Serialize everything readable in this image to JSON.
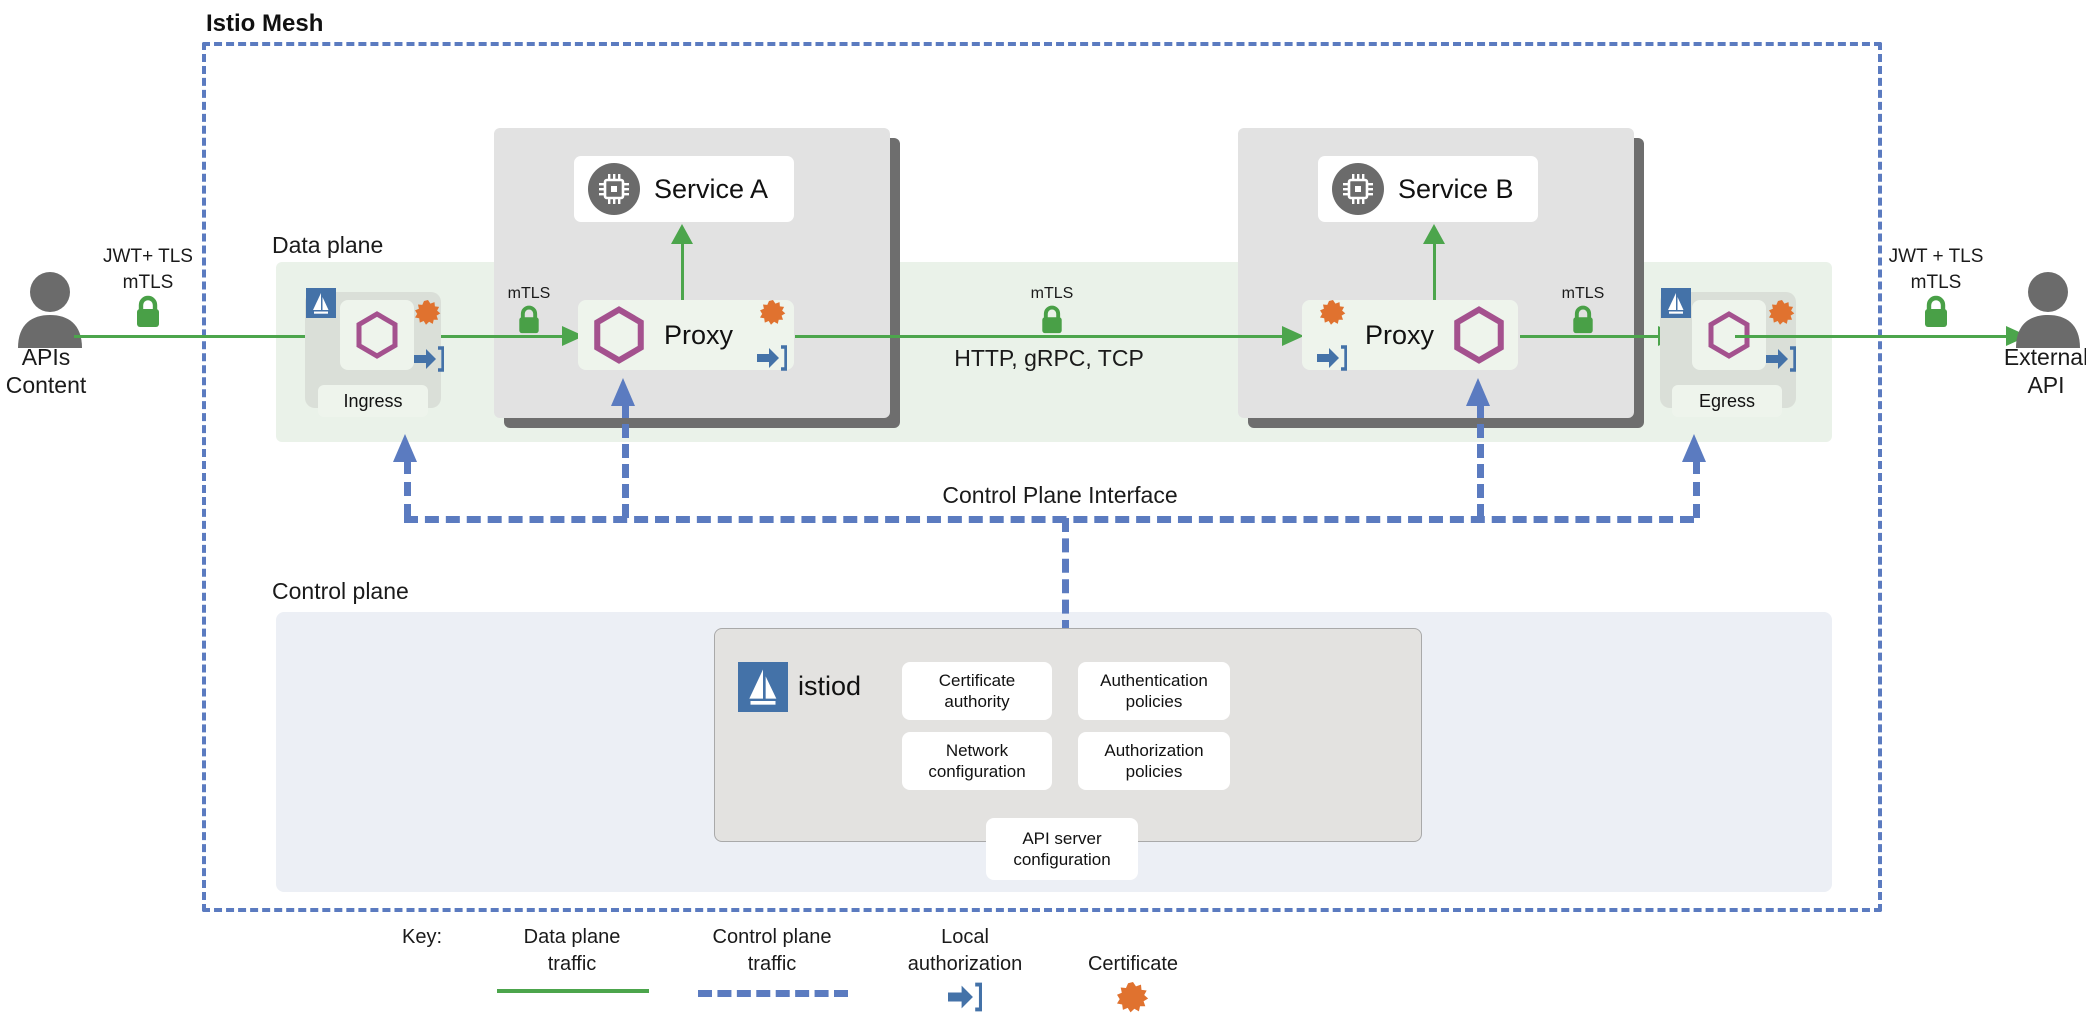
{
  "diagram": {
    "title": "Istio Mesh",
    "zones": {
      "data_plane_label": "Data plane",
      "control_plane_label": "Control plane",
      "control_plane_interface_label": "Control Plane Interface"
    },
    "actors": {
      "left": {
        "line1": "APIs",
        "line2": "Content",
        "icon": "user-icon"
      },
      "right": {
        "line1": "External",
        "line2": "API",
        "icon": "user-icon"
      }
    },
    "edge_labels": {
      "left_ingress": {
        "line1": "JWT+ TLS",
        "line2": "mTLS",
        "icon": "lock-icon"
      },
      "right_egress": {
        "line1": "JWT + TLS",
        "line2": "mTLS",
        "icon": "lock-icon"
      },
      "mtls_ingress_to_proxy_a": "mTLS",
      "mtls_proxy_a_to_proxy_b": "mTLS",
      "mtls_proxy_b_to_egress": "mTLS",
      "protocols": "HTTP, gRPC,  TCP"
    },
    "gateways": {
      "ingress": {
        "caption": "Ingress",
        "istio_logo": "istio-sail-icon",
        "certificate": "certificate-icon",
        "local_auth": "local-authorization-icon"
      },
      "egress": {
        "caption": "Egress",
        "istio_logo": "istio-sail-icon",
        "certificate": "certificate-icon",
        "local_auth": "local-authorization-icon"
      }
    },
    "workloads": [
      {
        "service": "Service A",
        "proxy": "Proxy",
        "icon": "cpu-chip-icon",
        "certificate": "certificate-icon",
        "local_auth": "local-authorization-icon"
      },
      {
        "service": "Service B",
        "proxy": "Proxy",
        "icon": "cpu-chip-icon",
        "certificate": "certificate-icon",
        "local_auth": "local-authorization-icon"
      }
    ],
    "istiod": {
      "name": "istiod",
      "logo": "istio-sail-icon",
      "tiles": [
        {
          "line1": "Certificate",
          "line2": "authority"
        },
        {
          "line1": "Authentication",
          "line2": "policies"
        },
        {
          "line1": "Network",
          "line2": "configuration"
        },
        {
          "line1": "Authorization",
          "line2": "policies"
        }
      ],
      "bottom_tile": {
        "line1": "API server",
        "line2": "configuration"
      }
    },
    "key": {
      "title": "Key:",
      "items": [
        {
          "line1": "Data plane",
          "line2": "traffic",
          "glyph": "solid-green-line"
        },
        {
          "line1": "Control plane",
          "line2": "traffic",
          "glyph": "dashed-blue-line"
        },
        {
          "line1": "Local",
          "line2": "authorization",
          "glyph": "local-authorization-icon"
        },
        {
          "line1": "Certificate",
          "line2": "",
          "glyph": "certificate-icon"
        }
      ]
    },
    "colors": {
      "mesh_border": "#5b7bc0",
      "data_plane_bg": "#eaf2e9",
      "control_plane_bg": "#eceff5",
      "data_traffic": "#4ca54c",
      "control_traffic": "#5b7bc0",
      "certificate": "#e0722f",
      "hexagon_proxy": "#a4518e",
      "istio_blue": "#4472a8",
      "pod_bg": "#e2e2e2",
      "service_icon": "#6b6b6b"
    }
  }
}
